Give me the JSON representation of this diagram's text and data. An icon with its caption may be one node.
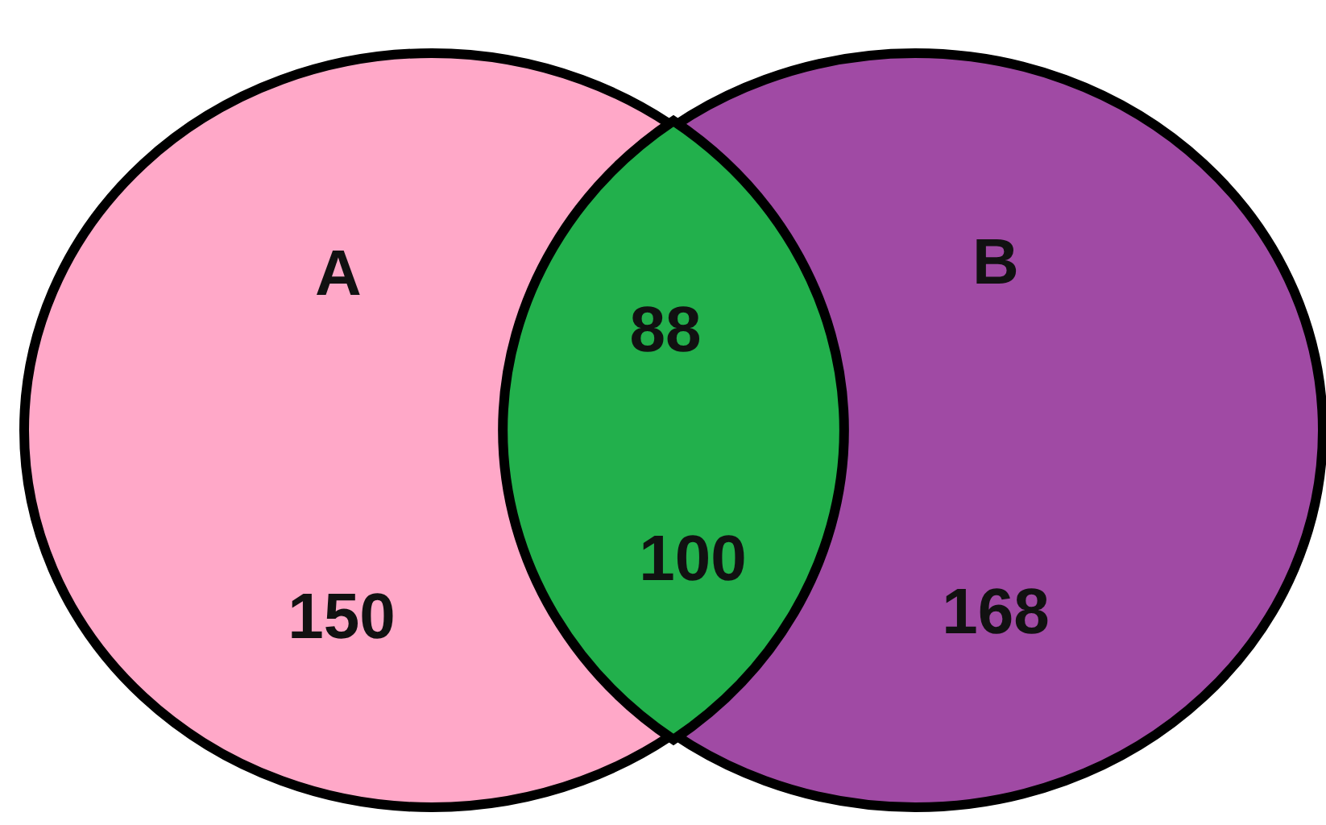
{
  "diagram": {
    "nodes": [
      {
        "text": [
          "A",
          "150"
        ]
      },
      {
        "text": [
          "88",
          "100"
        ]
      },
      {
        "text": [
          "B",
          "168"
        ]
      }
    ]
  }
}
